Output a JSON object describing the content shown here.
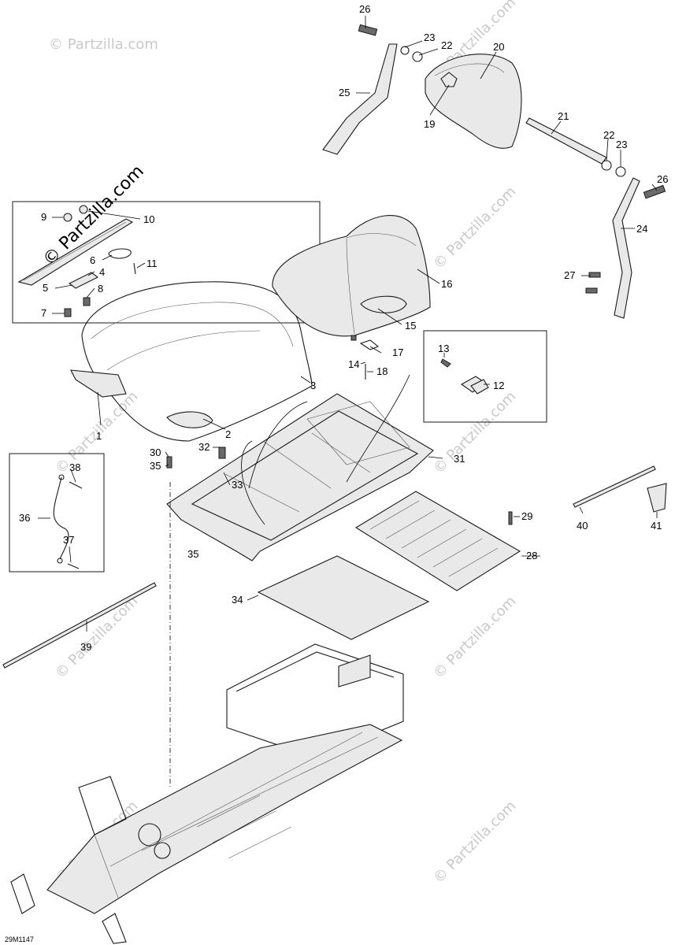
{
  "diagram_code": "29M1147",
  "watermark_text": "© Partzilla.com",
  "callouts": [
    {
      "id": "c1",
      "text": "1"
    },
    {
      "id": "c2",
      "text": "2"
    },
    {
      "id": "c3",
      "text": "3"
    },
    {
      "id": "c4",
      "text": "4"
    },
    {
      "id": "c5",
      "text": "5"
    },
    {
      "id": "c6",
      "text": "6"
    },
    {
      "id": "c7",
      "text": "7"
    },
    {
      "id": "c8",
      "text": "8"
    },
    {
      "id": "c9",
      "text": "9"
    },
    {
      "id": "c10",
      "text": "10"
    },
    {
      "id": "c11",
      "text": "11"
    },
    {
      "id": "c12",
      "text": "12"
    },
    {
      "id": "c13",
      "text": "13"
    },
    {
      "id": "c14",
      "text": "14"
    },
    {
      "id": "c15",
      "text": "15"
    },
    {
      "id": "c16",
      "text": "16"
    },
    {
      "id": "c17",
      "text": "17"
    },
    {
      "id": "c18",
      "text": "18"
    },
    {
      "id": "c19",
      "text": "19"
    },
    {
      "id": "c20",
      "text": "20"
    },
    {
      "id": "c21",
      "text": "21"
    },
    {
      "id": "c22a",
      "text": "22"
    },
    {
      "id": "c22b",
      "text": "22"
    },
    {
      "id": "c23a",
      "text": "23"
    },
    {
      "id": "c23b",
      "text": "23"
    },
    {
      "id": "c24",
      "text": "24"
    },
    {
      "id": "c25",
      "text": "25"
    },
    {
      "id": "c26a",
      "text": "26"
    },
    {
      "id": "c26b",
      "text": "26"
    },
    {
      "id": "c27",
      "text": "27"
    },
    {
      "id": "c28",
      "text": "28"
    },
    {
      "id": "c29",
      "text": "29"
    },
    {
      "id": "c30",
      "text": "30"
    },
    {
      "id": "c31",
      "text": "31"
    },
    {
      "id": "c32",
      "text": "32"
    },
    {
      "id": "c33",
      "text": "33"
    },
    {
      "id": "c34",
      "text": "34"
    },
    {
      "id": "c35a",
      "text": "35"
    },
    {
      "id": "c35b",
      "text": "35"
    },
    {
      "id": "c36",
      "text": "36"
    },
    {
      "id": "c37",
      "text": "37"
    },
    {
      "id": "c38",
      "text": "38"
    },
    {
      "id": "c39",
      "text": "39"
    },
    {
      "id": "c40",
      "text": "40"
    },
    {
      "id": "c41",
      "text": "41"
    }
  ]
}
